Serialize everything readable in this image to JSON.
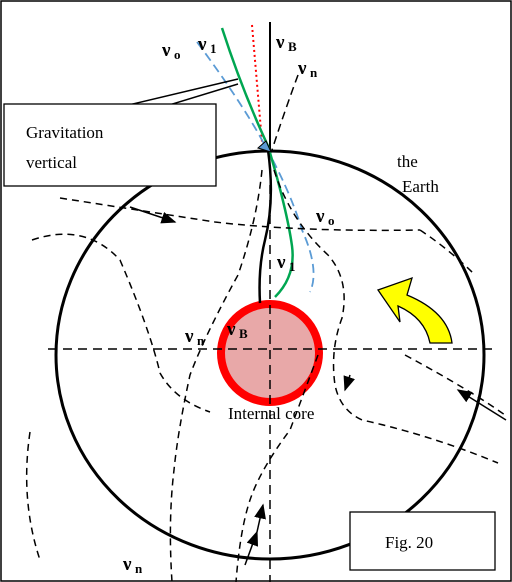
{
  "labels": {
    "gravitation_vertical_line1": "Gravitation",
    "gravitation_vertical_line2": "vertical",
    "the": "the",
    "earth": "Earth",
    "internal_core": "Internal core",
    "fig": "Fig. 20"
  },
  "symbols": {
    "nu": "ν",
    "sub_0": "o",
    "sub_1": "1",
    "sub_B": "B",
    "sub_n": "n"
  },
  "colors": {
    "core_fill": "#E8A8A8",
    "core_ring": "#FF0000",
    "green_curve": "#00A651",
    "blue_dashed": "#5B9BD5",
    "red_dotted": "#FF0000",
    "rotation_arrow": "#FFFF00"
  }
}
